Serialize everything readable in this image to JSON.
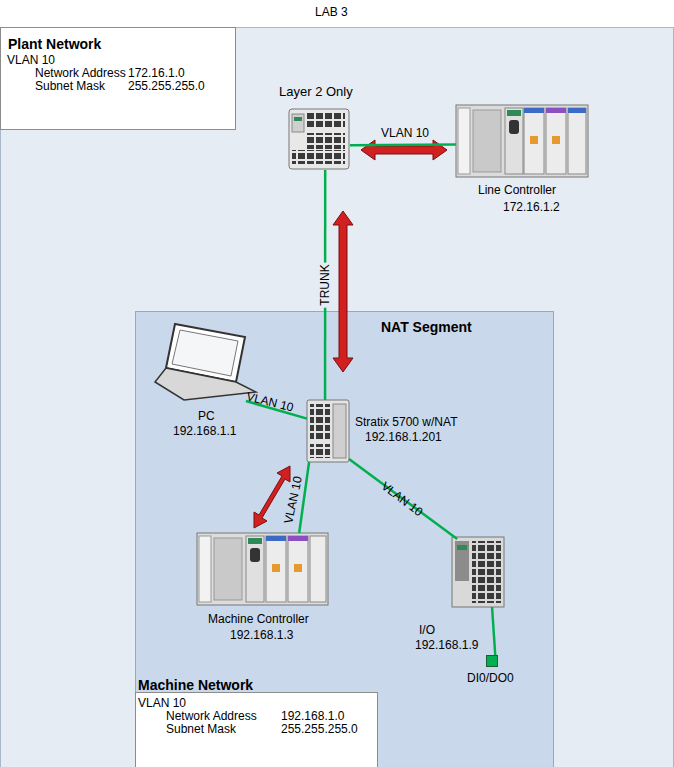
{
  "diagram": {
    "title": "LAB 3",
    "nodes": [
      {
        "text": [
          "Plant Network"
        ]
      },
      {
        "text": [
          "VLAN 10",
          "Network Address",
          "172.16.1.0",
          "Subnet Mask",
          "255.255.255.0"
        ],
        "in": 0
      },
      {
        "text": [
          "Layer 2 Only"
        ],
        "in": 0
      },
      {
        "text": [
          "Line Controller",
          "172.16.1.2"
        ],
        "in": 0
      },
      {
        "text": [
          "NAT Segment"
        ],
        "in": 0
      },
      {
        "text": [
          "PC",
          "192.168.1.1"
        ],
        "in": 4
      },
      {
        "text": [
          "Stratix 5700 w/NAT",
          "192.168.1.201"
        ],
        "in": 4
      },
      {
        "text": [
          "Machine Controller",
          "192.168.1.3"
        ],
        "in": 4
      },
      {
        "text": [
          "I/O",
          "192.168.1.9"
        ],
        "in": 4
      },
      {
        "text": [
          "DI0/DO0"
        ],
        "in": 4
      },
      {
        "text": [
          "Machine Network",
          "VLAN 10",
          "Network Address",
          "192.168.1.0",
          "Subnet Mask",
          "255.255.255.0"
        ],
        "in": 4
      }
    ],
    "edges": [
      {
        "from": 2,
        "to": 3,
        "label": "VLAN 10",
        "arrow": "none"
      },
      {
        "from": 2,
        "to": 6,
        "label": "TRUNK",
        "arrow": "none"
      },
      {
        "from": 6,
        "to": 5,
        "label": "VLAN 10",
        "arrow": "none"
      },
      {
        "from": 6,
        "to": 7,
        "label": "VLAN 10",
        "arrow": "none"
      },
      {
        "from": 6,
        "to": 8,
        "label": "VLAN 10",
        "arrow": "none"
      },
      {
        "from": 8,
        "to": 9,
        "arrow": "none"
      }
    ]
  }
}
